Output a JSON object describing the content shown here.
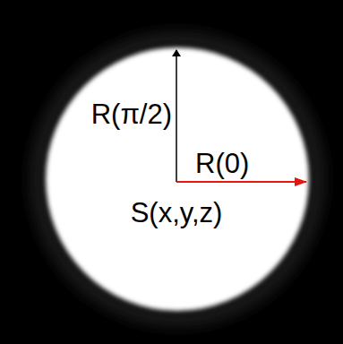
{
  "diagram": {
    "labels": [
      "R(π/2)",
      "R(0)",
      "S(x,y,z)"
    ]
  }
}
